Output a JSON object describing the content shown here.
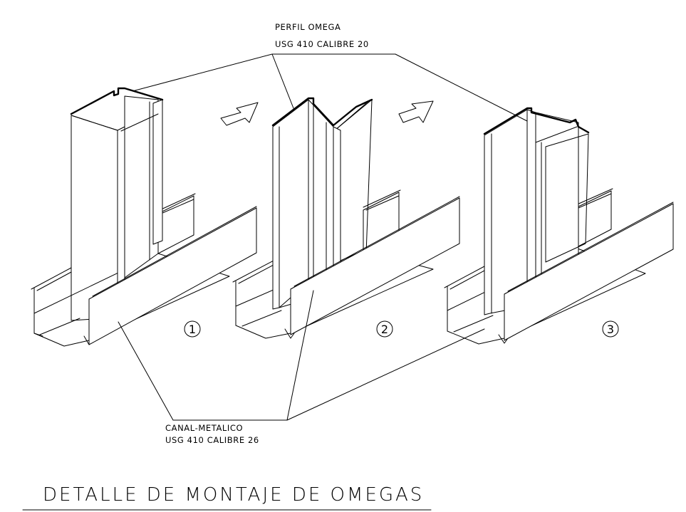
{
  "labels": {
    "omega_line1": "PERFIL OMEGA",
    "omega_line2": "USG 410 CALIBRE 20",
    "canal_line1": "CANAL-METALICO",
    "canal_line2": "USG 410 CALIBRE 26"
  },
  "steps": [
    {
      "number": "1"
    },
    {
      "number": "2"
    },
    {
      "number": "3"
    }
  ],
  "title": "DETALLE DE MONTAJE DE OMEGAS"
}
